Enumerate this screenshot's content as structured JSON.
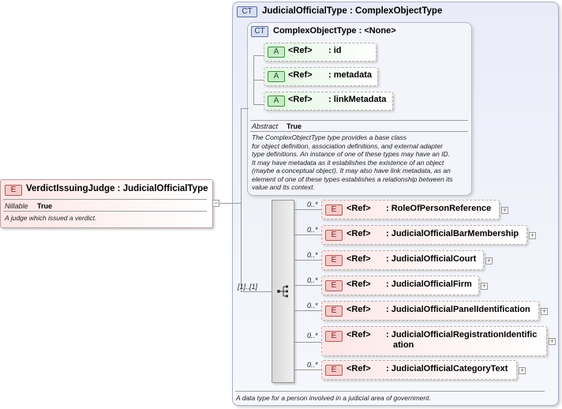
{
  "root_element": {
    "badge": "E",
    "title": "VerdictIssuingJudge : JudicialOfficialType",
    "nillable_label": "Nillable",
    "nillable_value": "True",
    "description": "A judge which issued a verdict."
  },
  "type_box": {
    "badge": "CT",
    "title": "JudicialOfficialType : ComplexObjectType",
    "description": "A data type for a person involved in a judicial area of government."
  },
  "base_type": {
    "badge": "CT",
    "title": "ComplexObjectType : <None>",
    "attributes": [
      {
        "badge": "A",
        "ref": "<Ref>",
        "name": ": id"
      },
      {
        "badge": "A",
        "ref": "<Ref>",
        "name": ": metadata"
      },
      {
        "badge": "A",
        "ref": "<Ref>",
        "name": ": linkMetadata"
      }
    ],
    "abstract_label": "Abstract",
    "abstract_value": "True",
    "description_lines": [
      "The ComplexObjectType type provides a base class",
      "for object definition, association definitions, and external adapter",
      "type definitions. An instance of one of these types may have an ID.",
      "It may have metadata as it establishes the existence of an object",
      "(maybe a conceptual object). It may also have link metadata, as an",
      "element of one of these types establishes a relationship between its",
      "value and its context."
    ]
  },
  "sequence": {
    "occurrence": "[1]..[1]",
    "children": [
      {
        "occurrence": "0..*",
        "badge": "E",
        "ref": "<Ref>",
        "name_lines": [
          ": RoleOfPersonReference"
        ]
      },
      {
        "occurrence": "0..*",
        "badge": "E",
        "ref": "<Ref>",
        "name_lines": [
          ": JudicialOfficialBarMembership"
        ]
      },
      {
        "occurrence": "0..*",
        "badge": "E",
        "ref": "<Ref>",
        "name_lines": [
          ": JudicialOfficialCourt"
        ]
      },
      {
        "occurrence": "0..*",
        "badge": "E",
        "ref": "<Ref>",
        "name_lines": [
          ": JudicialOfficialFirm"
        ]
      },
      {
        "occurrence": "0..*",
        "badge": "E",
        "ref": "<Ref>",
        "name_lines": [
          ": JudicialOfficialPanelIdentification"
        ]
      },
      {
        "occurrence": "0..*",
        "badge": "E",
        "ref": "<Ref>",
        "name_lines": [
          ": JudicialOfficialRegistrationIdentific",
          "ation"
        ]
      },
      {
        "occurrence": "0..*",
        "badge": "E",
        "ref": "<Ref>",
        "name_lines": [
          ": JudicialOfficialCategoryText"
        ]
      }
    ]
  },
  "icons": {
    "collapse": "minus-icon",
    "expand": "plus-icon",
    "sequence": "sequence-compositor-icon"
  },
  "colors": {
    "element_badge": "#f6c9c9",
    "attribute_badge": "#c6eec6",
    "type_badge": "#d6def3",
    "type_box_bg": "#eef0fa"
  }
}
